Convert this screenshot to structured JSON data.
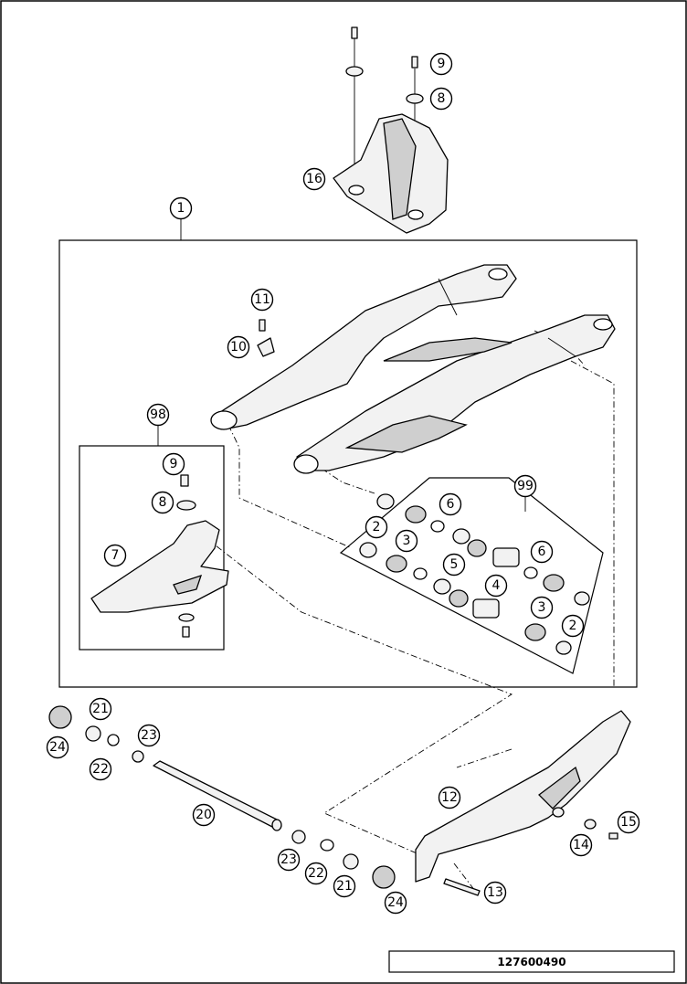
{
  "diagram": {
    "drawing_number": "127600490",
    "callouts": [
      {
        "id": "c1",
        "label": "1"
      },
      {
        "id": "c2a",
        "label": "2"
      },
      {
        "id": "c2b",
        "label": "2"
      },
      {
        "id": "c3a",
        "label": "3"
      },
      {
        "id": "c3b",
        "label": "3"
      },
      {
        "id": "c4",
        "label": "4"
      },
      {
        "id": "c5",
        "label": "5"
      },
      {
        "id": "c6a",
        "label": "6"
      },
      {
        "id": "c6b",
        "label": "6"
      },
      {
        "id": "c7",
        "label": "7"
      },
      {
        "id": "c8a",
        "label": "8"
      },
      {
        "id": "c8b",
        "label": "8"
      },
      {
        "id": "c9a",
        "label": "9"
      },
      {
        "id": "c9b",
        "label": "9"
      },
      {
        "id": "c10",
        "label": "10"
      },
      {
        "id": "c11",
        "label": "11"
      },
      {
        "id": "c12",
        "label": "12"
      },
      {
        "id": "c13",
        "label": "13"
      },
      {
        "id": "c14",
        "label": "14"
      },
      {
        "id": "c15",
        "label": "15"
      },
      {
        "id": "c16",
        "label": "16"
      },
      {
        "id": "c20",
        "label": "20"
      },
      {
        "id": "c21a",
        "label": "21"
      },
      {
        "id": "c21b",
        "label": "21"
      },
      {
        "id": "c22a",
        "label": "22"
      },
      {
        "id": "c22b",
        "label": "22"
      },
      {
        "id": "c23a",
        "label": "23"
      },
      {
        "id": "c23b",
        "label": "23"
      },
      {
        "id": "c24a",
        "label": "24"
      },
      {
        "id": "c24b",
        "label": "24"
      },
      {
        "id": "c98",
        "label": "98"
      },
      {
        "id": "c99",
        "label": "99"
      }
    ]
  }
}
